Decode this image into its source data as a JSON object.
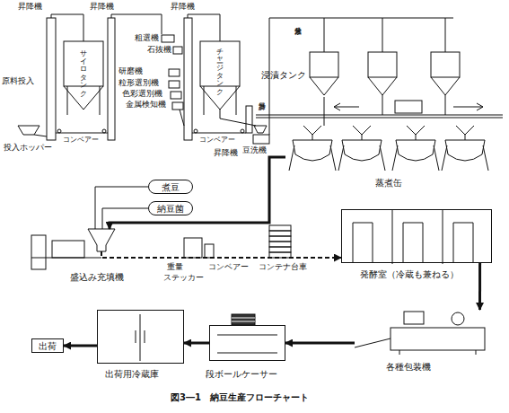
{
  "diagram": {
    "caption": "図3―1　納豆生産フローチャート",
    "nodes": [
      {
        "text": [
          "サイロタンク"
        ]
      },
      {
        "text": [
          "チャージタンク"
        ]
      },
      {
        "text": [
          "浸漬タンク"
        ]
      },
      {
        "text": [
          "蒸煮缶"
        ]
      },
      {
        "text": [
          "煮豆"
        ]
      },
      {
        "text": [
          "納豆菌"
        ]
      },
      {
        "text": [
          "盛込み充填機"
        ]
      },
      {
        "text": [
          "発酵室（冷蔵も兼ねる）"
        ]
      },
      {
        "text": [
          "各種包装機"
        ]
      },
      {
        "text": [
          "段ボールケーサー"
        ]
      },
      {
        "text": [
          "出荷用冷蔵庫"
        ]
      },
      {
        "text": [
          "出荷"
        ]
      }
    ],
    "edges": [
      {
        "from": 2,
        "to": 3,
        "arrow": "none"
      },
      {
        "from": 3,
        "to": 6,
        "arrow": "to"
      },
      {
        "from": 4,
        "to": 6,
        "arrow": "none"
      },
      {
        "from": 5,
        "to": 6,
        "arrow": "none"
      },
      {
        "from": 6,
        "to": 7,
        "arrow": "to"
      },
      {
        "from": 7,
        "to": 8,
        "arrow": "to"
      },
      {
        "from": 8,
        "to": 9,
        "arrow": "to"
      },
      {
        "from": 9,
        "to": 10,
        "arrow": "to"
      },
      {
        "from": 10,
        "to": 11,
        "arrow": "to"
      }
    ],
    "labels": [
      "昇降機",
      "昇降機",
      "昇降機",
      "原料投入",
      "投入ホッパー",
      "コンベアー",
      "粗選機",
      "石抜機",
      "研磨機",
      "粒形選別機",
      "色彩選別機",
      "金属検知機",
      "コンベアー",
      "昇降機",
      "計量器",
      "豆洗機",
      "水分蒸発",
      "重量",
      "ステッカー",
      "コンベアー",
      "コンテナ台車"
    ]
  }
}
